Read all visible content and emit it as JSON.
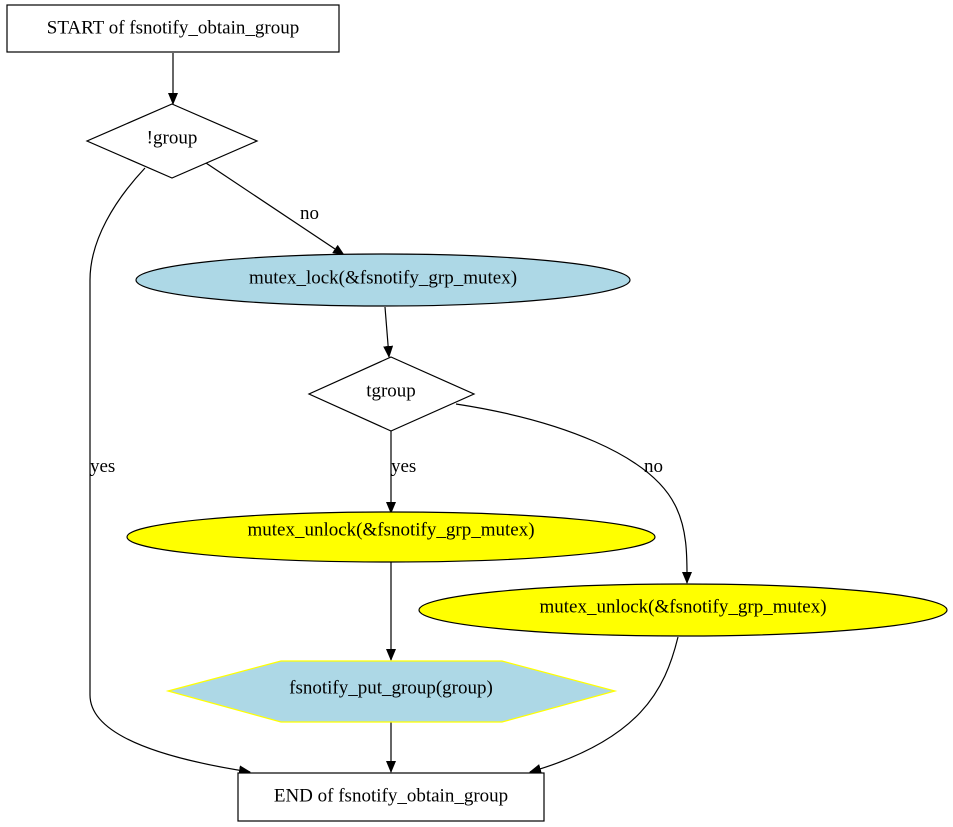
{
  "colors": {
    "process_fill": "#add8e6",
    "unlock_fill": "#ffff00",
    "hex_fill": "#add8e6",
    "hex_stroke": "#ffff00",
    "stroke": "#000000"
  },
  "nodes": {
    "start": "START of fsnotify_obtain_group",
    "cond_group": "!group",
    "lock": "mutex_lock(&fsnotify_grp_mutex)",
    "cond_tgroup": "tgroup",
    "unlock_yes": "mutex_unlock(&fsnotify_grp_mutex)",
    "unlock_no": "mutex_unlock(&fsnotify_grp_mutex)",
    "put_group": "fsnotify_put_group(group)",
    "end": "END of fsnotify_obtain_group"
  },
  "edges": {
    "group_no": "no",
    "group_yes": "yes",
    "tgroup_yes": "yes",
    "tgroup_no": "no"
  }
}
